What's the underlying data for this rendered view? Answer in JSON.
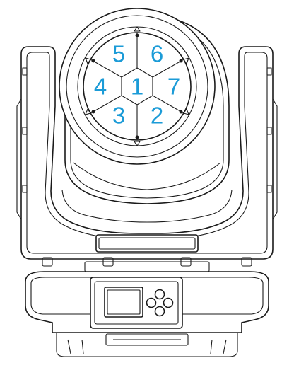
{
  "accent_color": "#1b9bd7",
  "segments": [
    {
      "label": "1",
      "position": "center"
    },
    {
      "label": "2",
      "position": "bottom-right"
    },
    {
      "label": "3",
      "position": "bottom-left"
    },
    {
      "label": "4",
      "position": "left"
    },
    {
      "label": "5",
      "position": "top-left"
    },
    {
      "label": "6",
      "position": "top-right"
    },
    {
      "label": "7",
      "position": "right"
    }
  ],
  "control_panel": {
    "display": "lcd-screen",
    "buttons": [
      "up-button-icon",
      "left-button-icon",
      "right-button-icon",
      "down-button-icon"
    ]
  }
}
